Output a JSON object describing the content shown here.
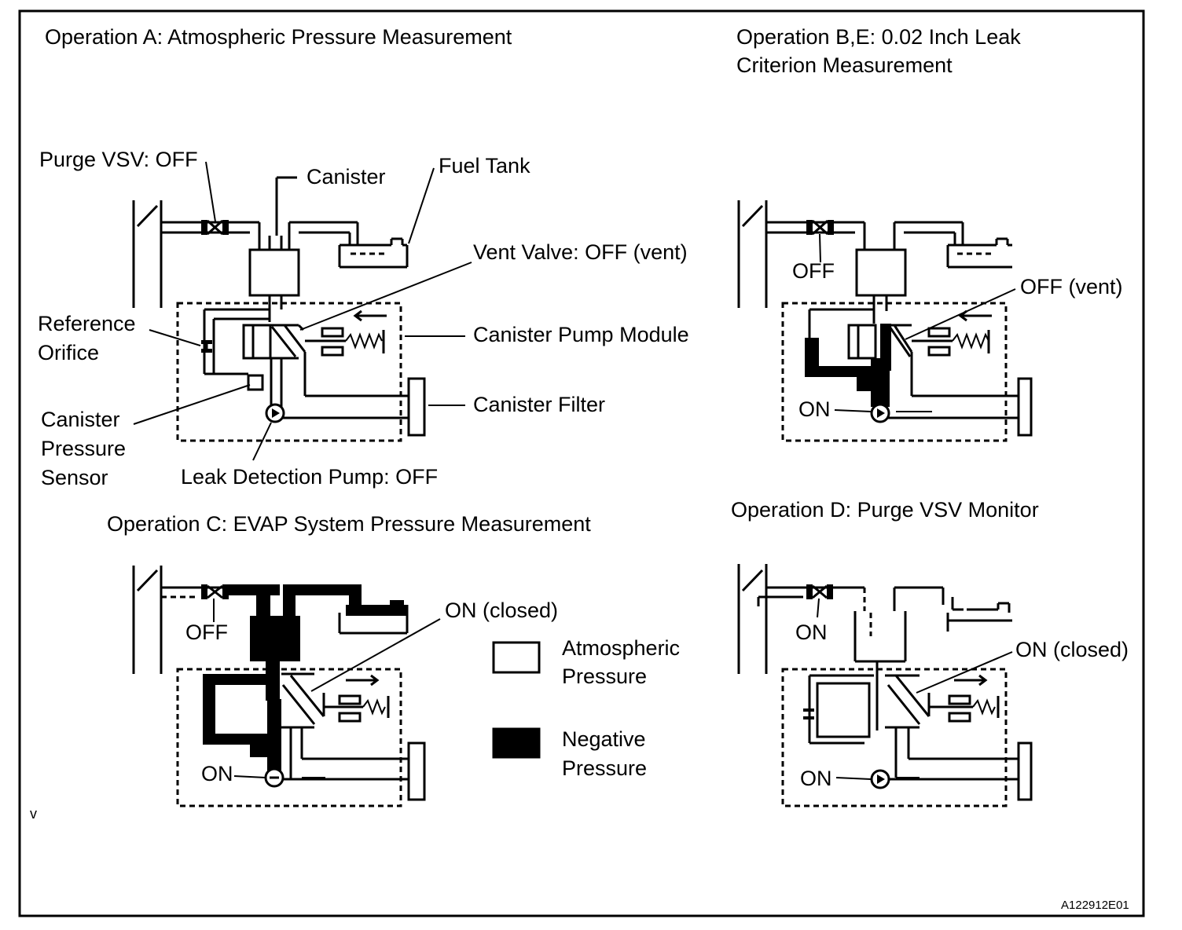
{
  "panels": {
    "a": {
      "title": "Operation A: Atmospheric Pressure Measurement",
      "labels": {
        "purge_vsv": "Purge VSV: OFF",
        "canister": "Canister",
        "fuel_tank": "Fuel Tank",
        "vent_valve": "Vent Valve: OFF (vent)",
        "reference_orifice_1": "Reference",
        "reference_orifice_2": "Orifice",
        "pump_module": "Canister Pump Module",
        "canister_filter": "Canister Filter",
        "pressure_sensor_1": "Canister",
        "pressure_sensor_2": "Pressure",
        "pressure_sensor_3": "Sensor",
        "leak_pump": "Leak Detection Pump: OFF"
      }
    },
    "b": {
      "title_line1": "Operation B,E: 0.02 Inch Leak",
      "title_line2": "Criterion Measurement",
      "labels": {
        "purge_vsv": "OFF",
        "vent_valve": "OFF (vent)",
        "leak_pump": "ON"
      }
    },
    "c": {
      "title": "Operation C: EVAP System Pressure Measurement",
      "labels": {
        "purge_vsv": "OFF",
        "vent_valve": "ON (closed)",
        "leak_pump": "ON"
      }
    },
    "d": {
      "title": "Operation D: Purge VSV Monitor",
      "labels": {
        "purge_vsv": "ON",
        "vent_valve": "ON (closed)",
        "leak_pump": "ON"
      }
    }
  },
  "legend": {
    "atmospheric_1": "Atmospheric",
    "atmospheric_2": "Pressure",
    "negative_1": "Negative",
    "negative_2": "Pressure"
  },
  "figure_code": "A122912E01",
  "stray_mark": "v"
}
